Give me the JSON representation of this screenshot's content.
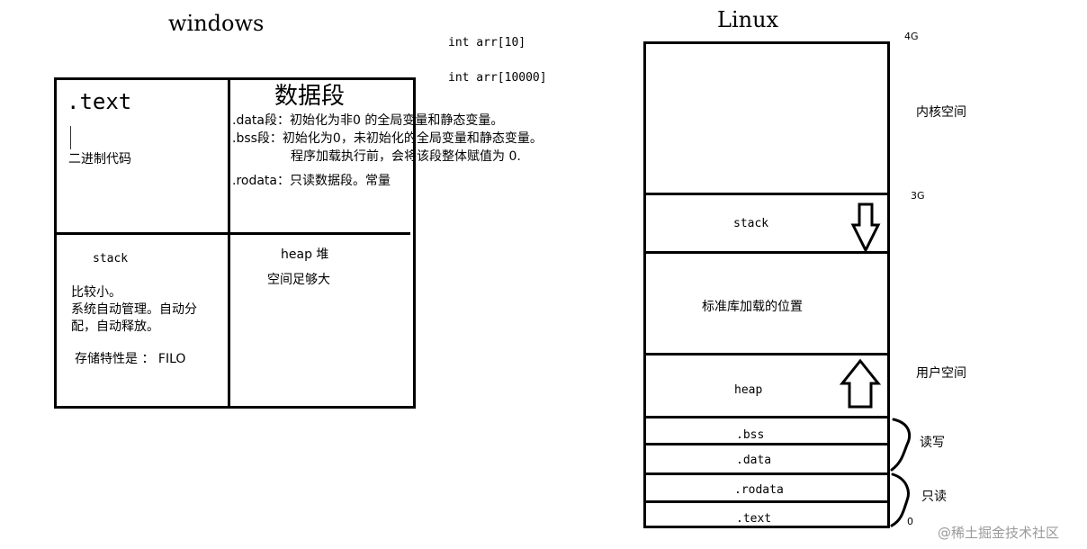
{
  "windows": {
    "title": "windows",
    "text_section": {
      "label": ".text",
      "desc": "二进制代码"
    },
    "data_section": {
      "title": "数据段",
      "line_data": ".data段：初始化为非0 的全局变量和静态变量。",
      "line_bss": ".bss段：初始化为0，未初始化的全局变量和静态变量。",
      "line_bss_note": "程序加载执行前，会将该段整体赋值为 0.",
      "line_rodata": ".rodata：只读数据段。常量"
    },
    "stack_section": {
      "label": "stack",
      "desc1": "比较小。",
      "desc2": "系统自动管理。自动分",
      "desc3": "配，自动释放。",
      "storage": "存储特性是 ： FILO"
    },
    "heap_section": {
      "label": "heap 堆",
      "desc": "空间足够大"
    }
  },
  "notes": {
    "arr_small": "int arr[10]",
    "arr_large": "int arr[10000]"
  },
  "linux": {
    "title": "Linux",
    "mark_4g": "4G",
    "mark_3g": "3G",
    "mark_0": "0",
    "kernel_label": "内核空间",
    "user_label": "用户空间",
    "stack": "stack",
    "stdlib": "标准库加载的位置",
    "heap": "heap",
    "bss": ".bss",
    "data": ".data",
    "rodata": ".rodata",
    "text": ".text",
    "rw_label": "读写",
    "ro_label": "只读",
    "stack_arrow": "arrow-down",
    "heap_arrow": "arrow-up"
  },
  "watermark": "@稀土掘金技术社区"
}
